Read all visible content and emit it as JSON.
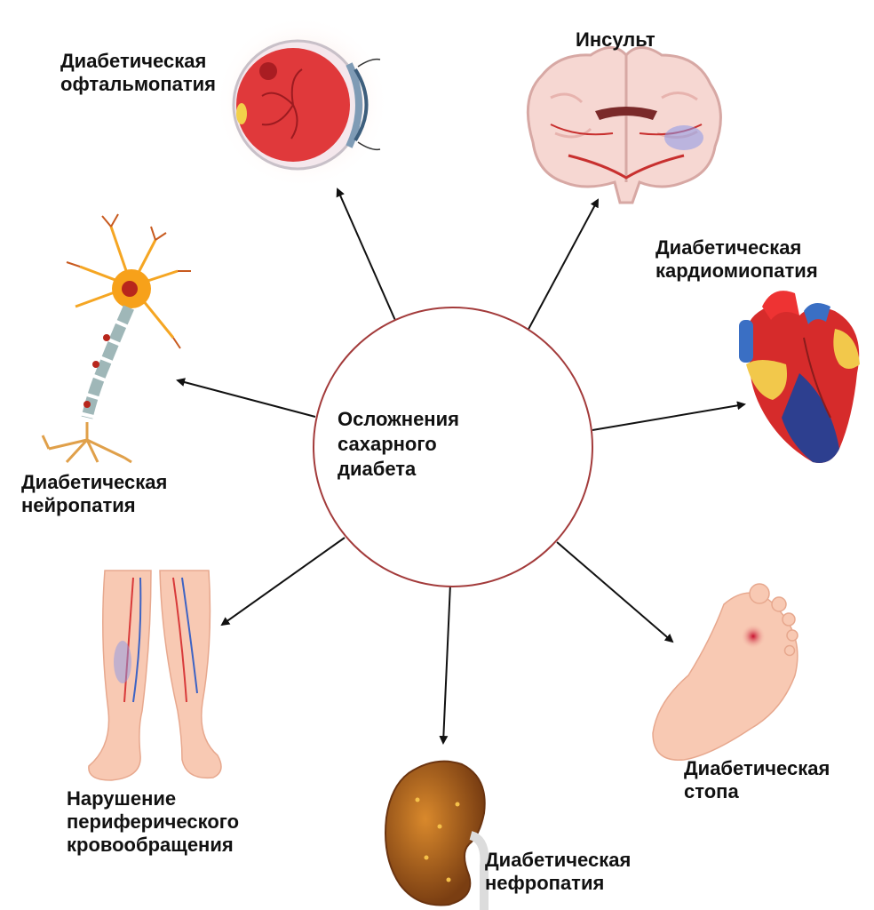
{
  "center": {
    "lines": [
      "Осложнения",
      "сахарного",
      "диабета"
    ],
    "circle_color": "#a33b3b"
  },
  "complications": {
    "ophthalmopathy": [
      "Диабетическая",
      "офтальмопатия"
    ],
    "stroke": [
      "Инсульт"
    ],
    "cardiomyopathy": [
      "Диабетическая",
      "кардиомиопатия"
    ],
    "neuropathy": [
      "Диабетическая",
      "нейропатия"
    ],
    "peripheral": [
      "Нарушение",
      "периферического",
      "кровообращения"
    ],
    "nephropathy": [
      "Диабетическая",
      "нефропатия"
    ],
    "foot": [
      "Диабетическая",
      "стопа"
    ]
  },
  "icons": {
    "ophthalmopathy": "eye-icon",
    "stroke": "brain-icon",
    "cardiomyopathy": "heart-icon",
    "neuropathy": "neuron-icon",
    "peripheral": "legs-icon",
    "nephropathy": "kidney-icon",
    "foot": "foot-icon"
  },
  "colors": {
    "arrow": "#111111",
    "eye_red": "#e0393b",
    "brain": "#f6d7d2",
    "heart_red": "#d62b2b",
    "heart_blue": "#2d3f8f",
    "neuron": "#f5a623",
    "kidney": "#b5651d",
    "skin": "#f8c9b3"
  }
}
